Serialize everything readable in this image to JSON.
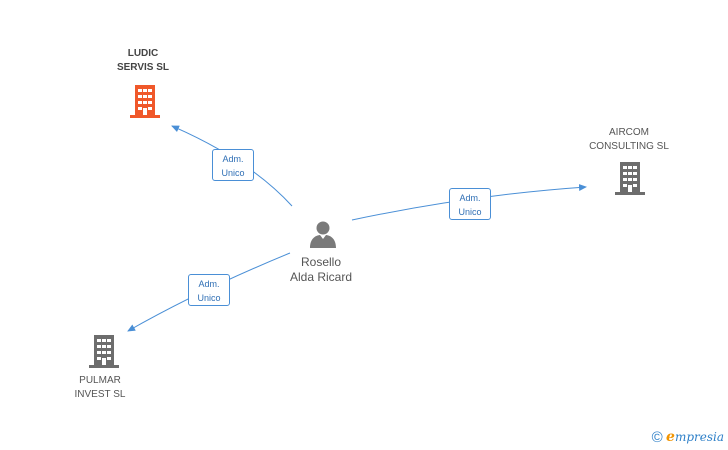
{
  "nodes": {
    "ludic": {
      "label_line1": "LUDIC",
      "label_line2": "SERVIS SL",
      "color": "#f0582a",
      "icon": "building-icon"
    },
    "aircom": {
      "label_line1": "AIRCOM",
      "label_line2": "CONSULTING SL",
      "color": "#6d6d6d",
      "icon": "building-icon"
    },
    "pulmar": {
      "label_line1": "PULMAR",
      "label_line2": "INVEST SL",
      "color": "#6d6d6d",
      "icon": "building-icon"
    },
    "person": {
      "label_line1": "Rosello",
      "label_line2": "Alda Ricard",
      "color": "#7a7a7a",
      "icon": "person-icon"
    }
  },
  "edges": [
    {
      "from": "person",
      "to": "ludic",
      "label_line1": "Adm.",
      "label_line2": "Unico"
    },
    {
      "from": "person",
      "to": "aircom",
      "label_line1": "Adm.",
      "label_line2": "Unico"
    },
    {
      "from": "person",
      "to": "pulmar",
      "label_line1": "Adm.",
      "label_line2": "Unico"
    }
  ],
  "edge_color": "#4a8fd6",
  "footer": {
    "copyright_symbol": "©",
    "brand_first": "e",
    "brand_rest": "mpresia"
  }
}
